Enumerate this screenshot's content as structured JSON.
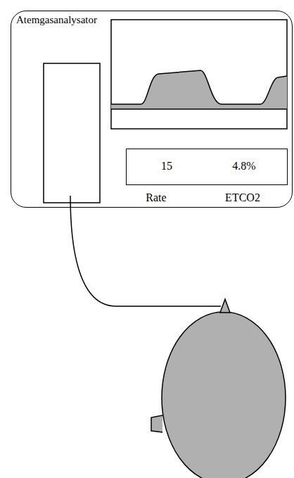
{
  "diagram": {
    "nodes": [
      {
        "text": [
          "Atemgasanalysator"
        ]
      },
      {
        "text": [
          "15",
          "4.8%"
        ],
        "in": 0
      }
    ],
    "labels": [
      "Rate",
      "ETCO2"
    ]
  }
}
